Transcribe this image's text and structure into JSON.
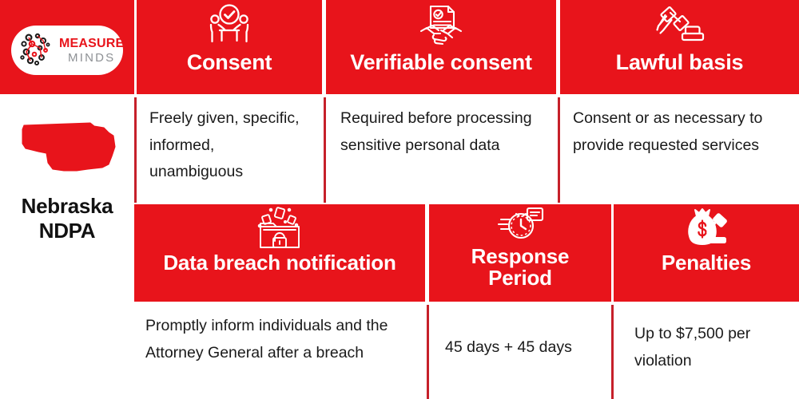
{
  "brand": {
    "logo_primary": "MEASURE",
    "logo_secondary": "MINDS",
    "logo_icon": "dotted-network-circle-icon",
    "accent_red": "#e8141b",
    "divider_red": "#c6202a",
    "text_dark": "#1a1a1a"
  },
  "left_panel": {
    "map_icon": "nebraska-state-map-icon",
    "state_line1": "Nebraska",
    "state_line2": "NDPA"
  },
  "row1": {
    "headers": [
      {
        "label": "Consent",
        "icon": "two-people-agreement-check-icon"
      },
      {
        "label": "Verifiable consent",
        "icon": "handshake-document-check-icon"
      },
      {
        "label": "Lawful basis",
        "icon": "gavel-icon"
      }
    ],
    "bodies": [
      "Freely given, specific, informed, unambiguous",
      "Required before processing sensitive personal data",
      "Consent or as necessary to provide requested services"
    ]
  },
  "row2": {
    "headers": [
      {
        "label": "Data breach notification",
        "icon": "folder-broken-lock-icon"
      },
      {
        "label": "Response Period",
        "icon": "clock-document-icon"
      },
      {
        "label": "Penalties",
        "icon": "money-bag-gavel-icon"
      }
    ],
    "bodies": [
      "Promptly inform individuals and the Attorney General after a breach",
      "45 days + 45 days",
      "Up to $7,500 per violation"
    ]
  }
}
